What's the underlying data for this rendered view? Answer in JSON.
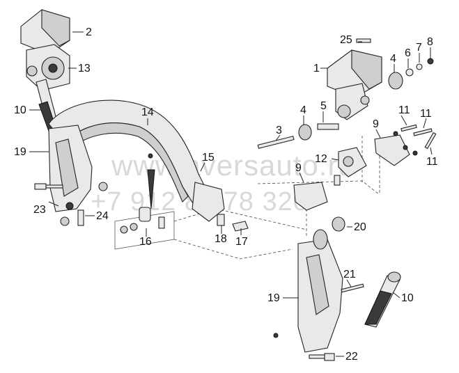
{
  "watermark": {
    "site": "www.aversauto.ru",
    "phone": "+7 912 80 78 320"
  },
  "callouts": {
    "c1": "1",
    "c2": "2",
    "c3": "3",
    "c4a": "4",
    "c4b": "4",
    "c5": "5",
    "c6": "6",
    "c7": "7",
    "c8": "8",
    "c9a": "9",
    "c9b": "9",
    "c10a": "10",
    "c10b": "10",
    "c11a": "11",
    "c11b": "11",
    "c11c": "11",
    "c12": "12",
    "c13": "13",
    "c14": "14",
    "c15": "15",
    "c16": "16",
    "c17": "17",
    "c18": "18",
    "c19a": "19",
    "c19b": "19",
    "c20": "20",
    "c21": "21",
    "c22": "22",
    "c23": "23",
    "c24": "24",
    "c25": "25"
  }
}
